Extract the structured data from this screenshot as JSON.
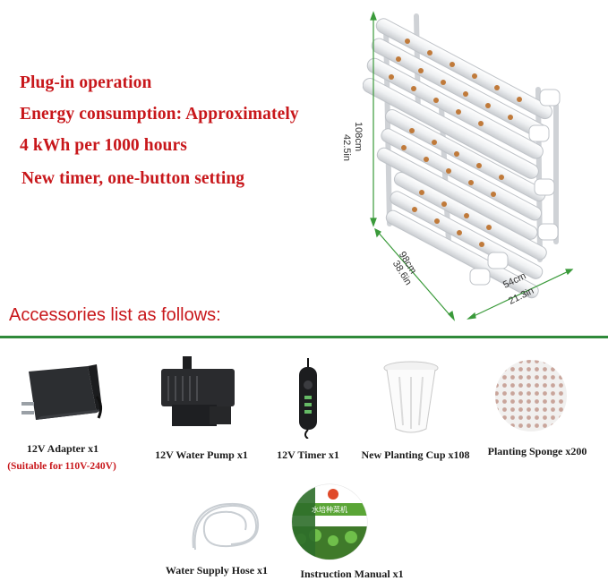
{
  "features": [
    "Plug-in operation",
    "Energy consumption: Approximately",
    "4 kWh per 1000 hours",
    "New timer, one-button setting"
  ],
  "dimensions": {
    "height_cm": "108cm",
    "height_in": "42.5in",
    "length_cm": "98cm",
    "length_in": "38.6in",
    "width_cm": "54cm",
    "width_in": "21.3in"
  },
  "accessories_title": "Accessories list as follows:",
  "accessories": [
    {
      "label": "12V Adapter x1",
      "note": "(Suitable for 110V-240V)",
      "icon": "adapter-icon"
    },
    {
      "label": "12V Water Pump x1",
      "icon": "water-pump-icon"
    },
    {
      "label": "12V Timer x1",
      "icon": "timer-icon"
    },
    {
      "label": "New Planting Cup x108",
      "icon": "planting-cup-icon"
    },
    {
      "label": "Planting Sponge x200",
      "icon": "planting-sponge-icon"
    },
    {
      "label": "Water Supply Hose x1",
      "icon": "hose-icon"
    },
    {
      "label": "Instruction Manual x1",
      "icon": "manual-icon"
    }
  ],
  "manual_cover_text": "水培种菜机",
  "colors": {
    "accent_red": "#c8171b",
    "divider_green": "#2f8a3a",
    "dimension_green": "#3a9a3a"
  }
}
